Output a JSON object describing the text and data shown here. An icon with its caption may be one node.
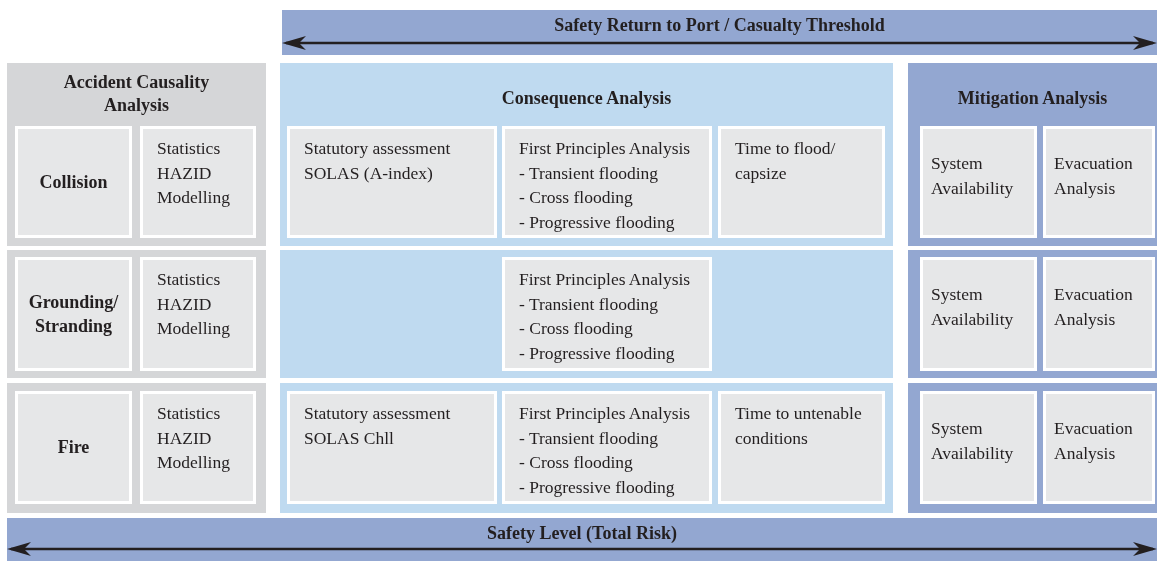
{
  "diagram": {
    "nodes": [
      {
        "text": [
          "Safety Return to Port / Casualty Threshold"
        ]
      },
      {
        "text": [
          "Accident Causality Analysis"
        ]
      },
      {
        "text": [
          "Collision"
        ],
        "in": 1
      },
      {
        "text": [
          "Statistics",
          "HAZID",
          "Modelling"
        ],
        "in": 1
      },
      {
        "text": [
          "Consequence Analysis"
        ]
      },
      {
        "text": [
          "Statutory assessment",
          "SOLAS (A-index)"
        ],
        "in": 4
      },
      {
        "text": [
          "First Principles Analysis",
          "- Transient flooding",
          "- Cross flooding",
          "- Progressive flooding"
        ],
        "in": 4
      },
      {
        "text": [
          "Time to flood/ capsize"
        ],
        "in": 4
      },
      {
        "text": [
          "Mitigation Analysis"
        ]
      },
      {
        "text": [
          "System Availability"
        ],
        "in": 8
      },
      {
        "text": [
          "Evacuation Analysis"
        ],
        "in": 8
      },
      {
        "text": [],
        "shape": "box"
      },
      {
        "text": [
          "Grounding/ Stranding"
        ],
        "in": 11
      },
      {
        "text": [
          "Statistics",
          "HAZID",
          "Modelling"
        ],
        "in": 11
      },
      {
        "text": [],
        "shape": "box"
      },
      {
        "text": [
          "First Principles Analysis",
          "- Transient flooding",
          "- Cross flooding",
          "- Progressive flooding"
        ],
        "in": 14
      },
      {
        "text": [],
        "shape": "box"
      },
      {
        "text": [
          "System Availability"
        ],
        "in": 16
      },
      {
        "text": [
          "Evacuation Analysis"
        ],
        "in": 16
      },
      {
        "text": [],
        "shape": "box"
      },
      {
        "text": [
          "Fire"
        ],
        "in": 19
      },
      {
        "text": [
          "Statistics",
          "HAZID",
          "Modelling"
        ],
        "in": 19
      },
      {
        "text": [],
        "shape": "box"
      },
      {
        "text": [
          "Statutory assessment",
          "SOLAS Chll"
        ],
        "in": 22
      },
      {
        "text": [
          "First Principles Analysis",
          "- Transient flooding",
          "- Cross flooding",
          "- Progressive flooding"
        ],
        "in": 22
      },
      {
        "text": [
          "Time to untenable conditions"
        ],
        "in": 22
      },
      {
        "text": [],
        "shape": "box"
      },
      {
        "text": [
          "System Availability"
        ],
        "in": 26
      },
      {
        "text": [
          "Evacuation Analysis"
        ],
        "in": 26
      },
      {
        "text": [
          "Safety Level (Total Risk)"
        ]
      }
    ],
    "edges": []
  }
}
